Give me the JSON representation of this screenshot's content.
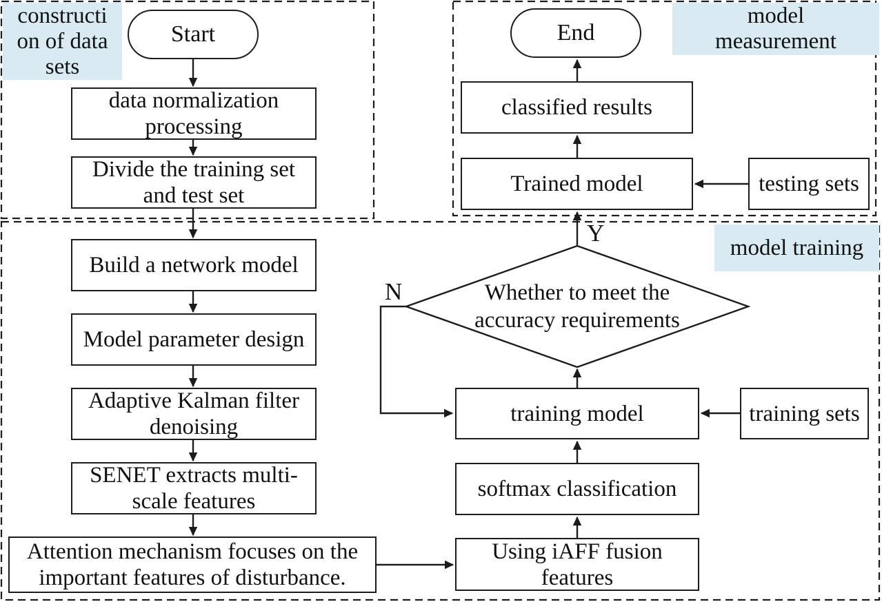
{
  "colors": {
    "section_label_bg": "#d9eaf2",
    "line": "#1c1c1c",
    "node_bg": "#ffffff"
  },
  "sections": {
    "construction": {
      "label_lines": [
        "constructi",
        "on of data",
        "sets"
      ]
    },
    "measurement": {
      "label_lines": [
        "model",
        "measurement"
      ]
    },
    "training": {
      "label": "model training"
    }
  },
  "nodes": {
    "start": {
      "label": "Start"
    },
    "data_normalization": {
      "lines": [
        "data normalization",
        "processing"
      ]
    },
    "divide": {
      "lines": [
        "Divide the training set",
        "and test set"
      ]
    },
    "build": {
      "label": "Build a network model"
    },
    "parameter": {
      "label": "Model parameter design"
    },
    "kalman": {
      "lines": [
        "Adaptive Kalman filter",
        "denoising"
      ]
    },
    "senet": {
      "lines": [
        "SENET extracts multi-",
        "scale features"
      ]
    },
    "attention": {
      "lines": [
        "Attention mechanism focuses on the",
        "important features of disturbance."
      ]
    },
    "iaff": {
      "lines": [
        "Using iAFF fusion",
        "features"
      ]
    },
    "softmax": {
      "label": "softmax classification"
    },
    "training_model": {
      "label": "training model"
    },
    "training_sets": {
      "label": "training sets"
    },
    "decision": {
      "lines": [
        "Whether to meet the",
        "accuracy requirements"
      ]
    },
    "trained_model": {
      "label": "Trained model"
    },
    "testing_sets": {
      "label": "testing sets"
    },
    "classified_results": {
      "label": "classified results"
    },
    "end": {
      "label": "End"
    }
  },
  "edge_labels": {
    "yes": "Y",
    "no": "N"
  }
}
